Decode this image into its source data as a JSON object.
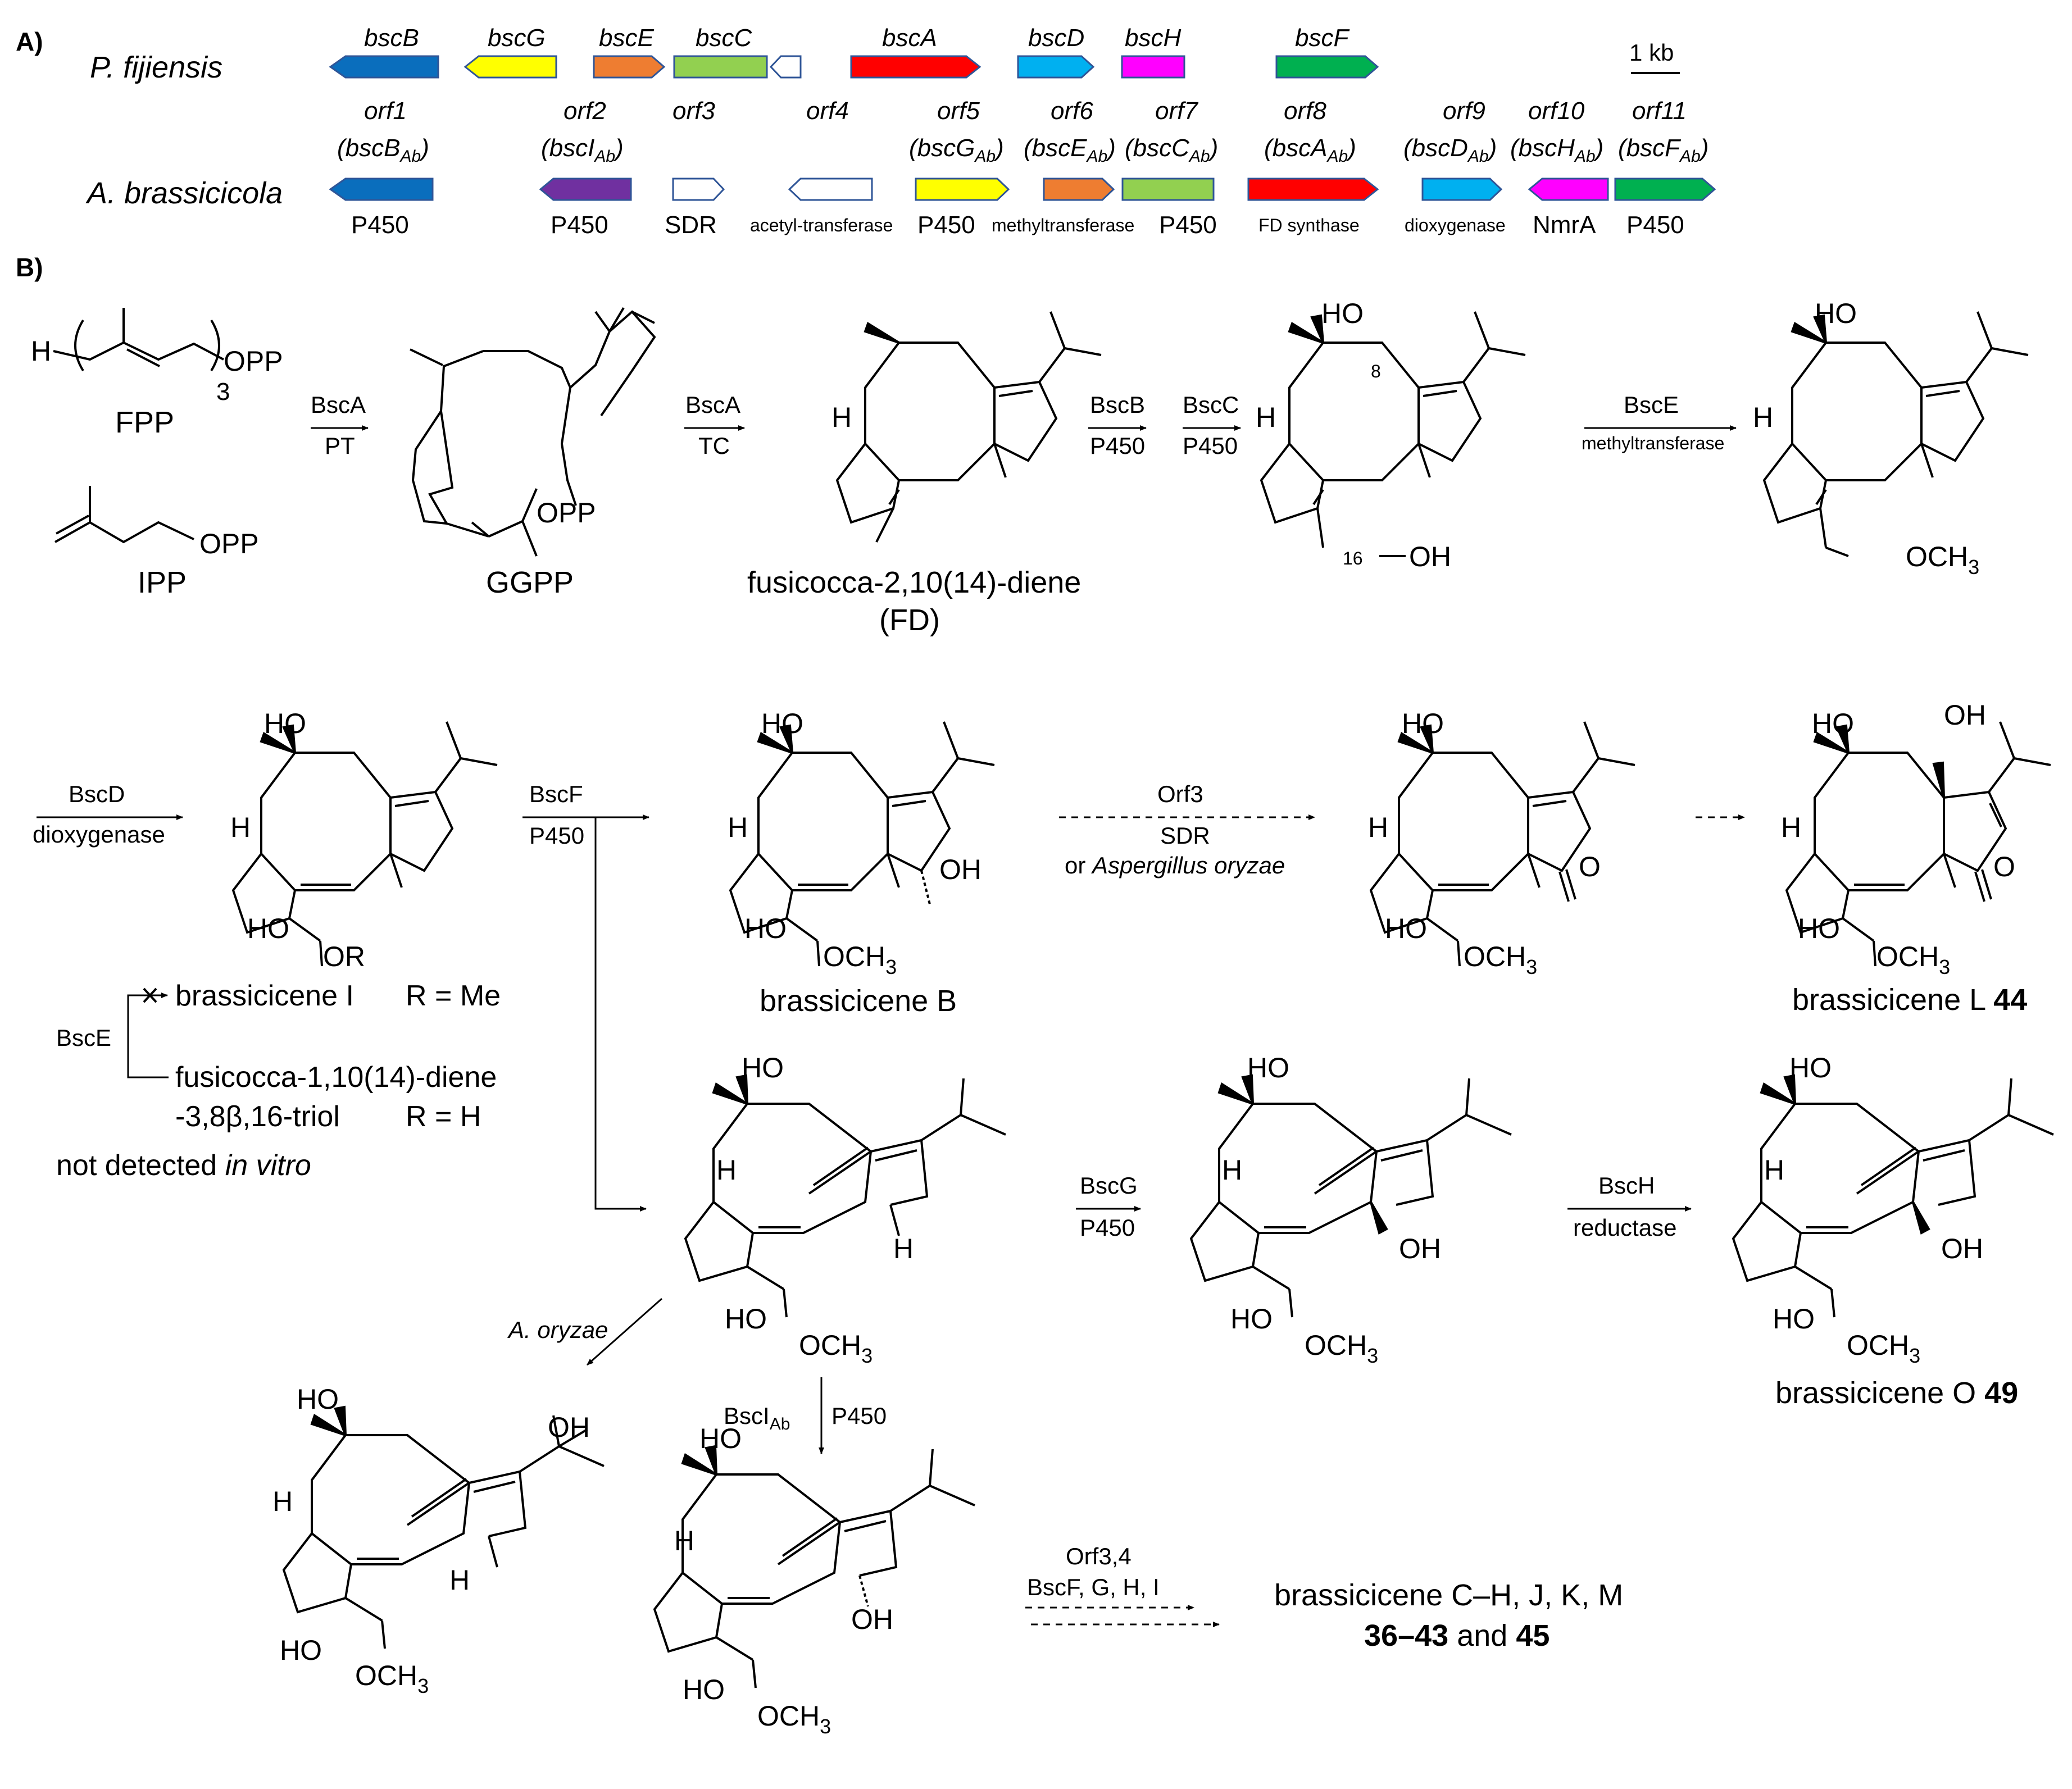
{
  "panels": {
    "a_label": "A)",
    "b_label": "B)"
  },
  "colors": {
    "bscB": "#0a6ebd",
    "bscG": "#ffff00",
    "bscE": "#ee7d31",
    "bscC": "#92d050",
    "bscA": "#ff0000",
    "bscD": "#00b0f0",
    "bscH": "#ff00ff",
    "bscF": "#00b050",
    "bscI": "#7030a0",
    "open": "#ffffff",
    "outline": "#2f5597"
  },
  "gene_cluster": {
    "fijiensis": {
      "organism": "P.  fijiensis",
      "genes": [
        {
          "id": "bscB",
          "label": "bscB",
          "color_key": "bscB",
          "dir": "left"
        },
        {
          "id": "bscG",
          "label": "bscG",
          "color_key": "bscG",
          "dir": "left"
        },
        {
          "id": "bscE",
          "label": "bscE",
          "color_key": "bscE",
          "dir": "right"
        },
        {
          "id": "bscC",
          "label": "bscC",
          "color_key": "bscC",
          "dir": "right"
        },
        {
          "id": "fj_small",
          "label": "",
          "color_key": "open",
          "dir": "left"
        },
        {
          "id": "bscA",
          "label": "bscA",
          "color_key": "bscA",
          "dir": "right"
        },
        {
          "id": "bscD",
          "label": "bscD",
          "color_key": "bscD",
          "dir": "right"
        },
        {
          "id": "bscH",
          "label": "bscH",
          "color_key": "bscH",
          "dir": "right"
        },
        {
          "id": "bscF",
          "label": "bscF",
          "color_key": "bscF",
          "dir": "right"
        }
      ],
      "scale_label": "1 kb"
    },
    "brassicicola": {
      "organism": "A. brassicicola",
      "genes": [
        {
          "id": "orf1",
          "orf": "orf1",
          "alias": "bscB",
          "color_key": "bscB",
          "func": "P450",
          "dir": "left"
        },
        {
          "id": "orf2",
          "orf": "orf2",
          "alias": "bscI",
          "color_key": "bscI",
          "func": "P450",
          "dir": "left"
        },
        {
          "id": "orf3",
          "orf": "orf3",
          "alias": "",
          "color_key": "open",
          "func": "SDR",
          "dir": "right"
        },
        {
          "id": "orf4",
          "orf": "orf4",
          "alias": "",
          "color_key": "open",
          "func": "acetyl-transferase",
          "dir": "left"
        },
        {
          "id": "orf5",
          "orf": "orf5",
          "alias": "bscG",
          "color_key": "bscG",
          "func": "P450",
          "dir": "right"
        },
        {
          "id": "orf6",
          "orf": "orf6",
          "alias": "bscE",
          "color_key": "bscE",
          "func": "methyltransferase",
          "dir": "right"
        },
        {
          "id": "orf7",
          "orf": "orf7",
          "alias": "bscC",
          "color_key": "bscC",
          "func": "P450",
          "dir": "right"
        },
        {
          "id": "orf8",
          "orf": "orf8",
          "alias": "bscA",
          "color_key": "bscA",
          "func": "FD synthase",
          "dir": "right"
        },
        {
          "id": "orf9",
          "orf": "orf9",
          "alias": "bscD",
          "color_key": "bscD",
          "func": "dioxygenase",
          "dir": "right"
        },
        {
          "id": "orf10",
          "orf": "orf10",
          "alias": "bscH",
          "color_key": "bscH",
          "func": "NmrA",
          "dir": "left"
        },
        {
          "id": "orf11",
          "orf": "orf11",
          "alias": "bscF",
          "color_key": "bscF",
          "func": "P450",
          "dir": "right"
        }
      ],
      "alias_subscript": "Ab"
    }
  },
  "substituents": {
    "opp": "OPP",
    "ho": "HO",
    "oh": "OH",
    "h": "H",
    "och3": "OCH",
    "sub3": "3",
    "or": "OR",
    "o": "O",
    "num8": "8",
    "num16": "16"
  },
  "compounds": {
    "fpp": "FPP",
    "ipp": "IPP",
    "ggpp": "GGPP",
    "fd_name": "fusicocca-2,10(14)-diene",
    "fd_abbr": "(FD)",
    "brass_i_name": "brassicicene I",
    "brass_i_r": "R = Me",
    "triol_line1": "fusicocca-1,10(14)-diene",
    "triol_line2": "-3,8β,16-triol",
    "triol_r": "R = H",
    "not_detected": "not detected",
    "in_vitro": "in vitro",
    "brass_b": "brassicicene B",
    "brass_l": "brassicicene L",
    "brass_l_num": "44",
    "brass_o": "brassicicene O",
    "brass_o_num": "49",
    "final_line1": "brassicicene C–H, J, K, M",
    "final_num1": "36–43",
    "final_and": "and",
    "final_num2": "45"
  },
  "arrows": {
    "pt": {
      "top": "BscA",
      "bottom": "PT"
    },
    "tc": {
      "top": "BscA",
      "bottom": "TC"
    },
    "bc_b": {
      "top": "BscB",
      "bottom": "P450"
    },
    "bc_c": {
      "top": "BscC",
      "bottom": "P450"
    },
    "bsce": {
      "top": "BscE",
      "bottom": "methyltransferase"
    },
    "bscd": {
      "top": "BscD",
      "bottom": "dioxygenase"
    },
    "bscf": {
      "top": "BscF",
      "bottom": "P450"
    },
    "orf3": {
      "top": "Orf3",
      "mid": "SDR",
      "bottom_prefix": "or",
      "bottom_it": "Aspergillus oryzae"
    },
    "bsce_block": "BscE",
    "bscg": {
      "top": "BscG",
      "bottom": "P450"
    },
    "bsch": {
      "top": "BscH",
      "bottom": "reductase"
    },
    "aoryzae": "A. oryzae",
    "bsci": {
      "name": "BscI",
      "sub": "Ab",
      "func": "P450"
    },
    "final": {
      "top": "Orf3,4",
      "bottom": "BscF, G, H, I"
    }
  }
}
